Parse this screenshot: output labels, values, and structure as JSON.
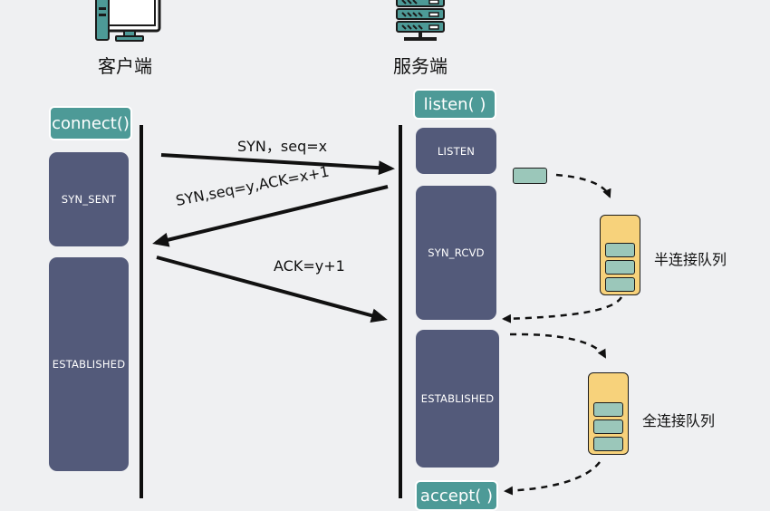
{
  "client": {
    "title": "客户端",
    "api": "connect()",
    "states": [
      "SYN_SENT",
      "ESTABLISHED"
    ]
  },
  "server": {
    "title": "服务端",
    "api_listen": "listen( )",
    "api_accept": "accept( )",
    "states": [
      "LISTEN",
      "SYN_RCVD",
      "ESTABLISHED"
    ]
  },
  "messages": [
    "SYN，seq=x",
    "SYN,seq=y,ACK=x+1",
    "ACK=y+1"
  ],
  "queues": {
    "half": "半连接队列",
    "full": "全连接队列"
  },
  "colors": {
    "pill": "#4d9a97",
    "state": "#535a7a",
    "queue": "#f7d27b",
    "slot": "#9bc7ba",
    "background": "#eff0f2"
  },
  "icons": {
    "client": "desktop-computer-icon",
    "server": "server-rack-icon"
  }
}
